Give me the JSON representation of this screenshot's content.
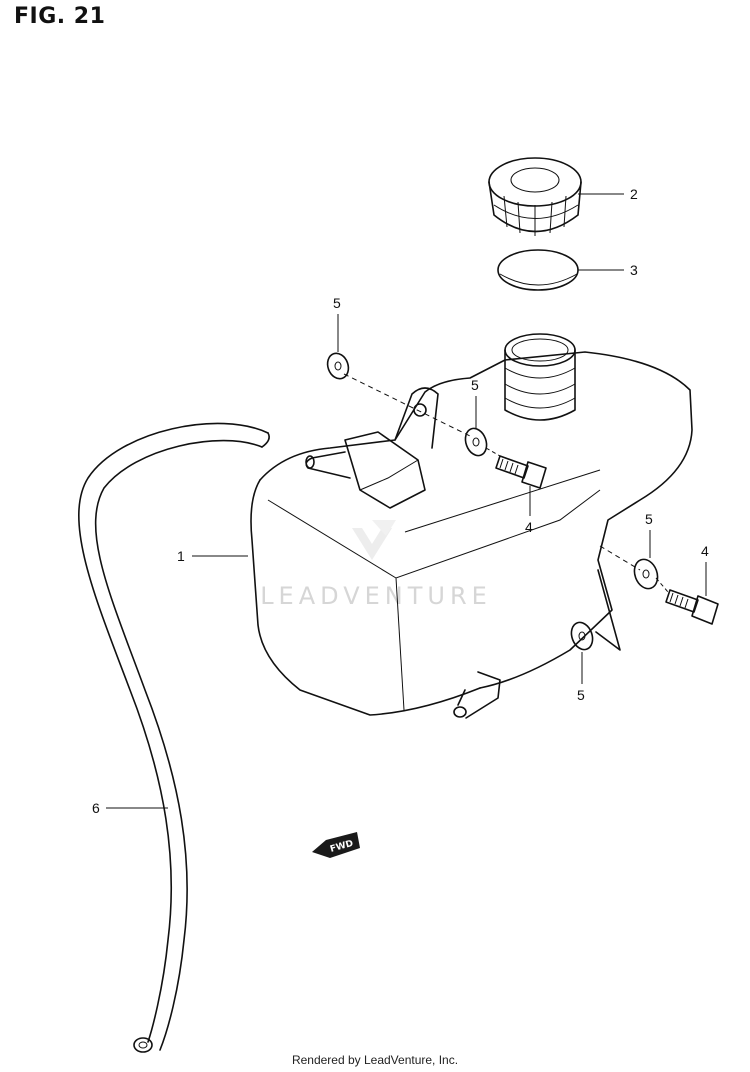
{
  "figure": {
    "title": "FIG. 21"
  },
  "watermark": {
    "text": "LEADVENTURE"
  },
  "footer": {
    "text": "Rendered by LeadVenture, Inc."
  },
  "direction_marker": {
    "text": "FWD"
  },
  "callouts": {
    "tank": "1",
    "cap": "2",
    "cap_gasket": "3",
    "bolt_upper": "4",
    "bolt_right": "4",
    "washer_top_left": "5",
    "washer_top_mid": "5",
    "washer_right": "5",
    "washer_lower": "5",
    "hose": "6"
  }
}
